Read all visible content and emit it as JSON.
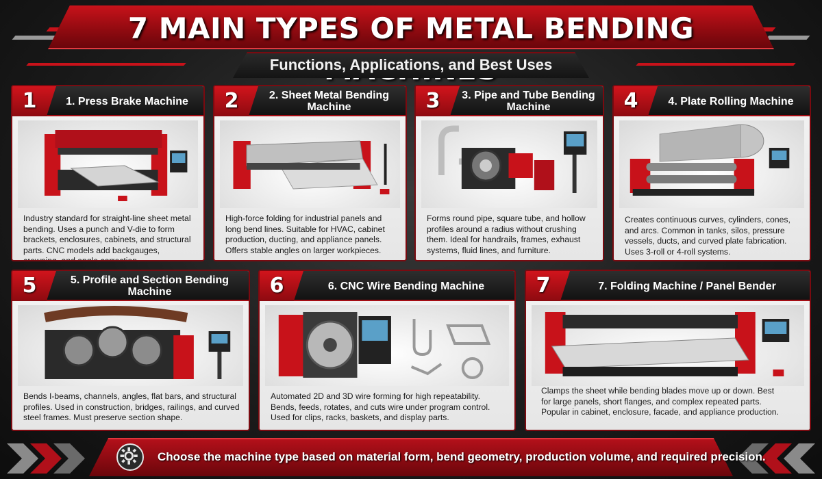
{
  "header": {
    "title": "7 MAIN TYPES OF METAL BENDING MACHINES",
    "subtitle": "Functions, Applications, and Best Uses"
  },
  "cards": [
    {
      "number": "1",
      "title": "1. Press Brake Machine",
      "icon": "press-brake-machine",
      "description": "Industry standard for straight-line sheet metal bending. Uses a punch and V-die to form brackets, enclosures, cabinets, and structural parts. CNC models add backgauges, crowning, and angle correction."
    },
    {
      "number": "2",
      "title": "2. Sheet Metal Bending Machine",
      "icon": "sheet-metal-bending-machine",
      "description": "High-force folding for industrial panels and long bend lines. Suitable for HVAC, cabinet production, ducting, and appliance panels. Offers stable angles on larger workpieces."
    },
    {
      "number": "3",
      "title": "3. Pipe and Tube Bending Machine",
      "icon": "pipe-tube-bending-machine",
      "description": "Forms round pipe, square tube, and hollow profiles around a radius without crushing them. Ideal for handrails, frames, exhaust systems, fluid lines, and furniture."
    },
    {
      "number": "4",
      "title": "4. Plate Rolling Machine",
      "icon": "plate-rolling-machine",
      "description": "Creates continuous curves, cylinders, cones, and arcs. Common in tanks, silos, pressure vessels, ducts, and curved plate fabrication. Uses 3-roll or 4-roll systems."
    },
    {
      "number": "5",
      "title": "5. Profile and Section Bending Machine",
      "icon": "profile-section-bending-machine",
      "description": "Bends I-beams, channels, angles, flat bars, and structural profiles. Used in construction, bridges, railings, and curved steel frames. Must preserve section shape."
    },
    {
      "number": "6",
      "title": "6. CNC Wire Bending Machine",
      "icon": "cnc-wire-bending-machine",
      "description": "Automated 2D and 3D wire forming for high repeatability. Bends, feeds, rotates, and cuts wire under program control. Used for clips, racks, baskets, and display parts."
    },
    {
      "number": "7",
      "title": "7. Folding Machine / Panel Bender",
      "icon": "folding-machine-panel-bender",
      "description": "Clamps the sheet while bending blades move up or down. Best for large panels, short flanges, and complex repeated parts. Popular in cabinet, enclosure, facade, and appliance production."
    }
  ],
  "footer": {
    "text": "Choose the machine type based on material form, bend geometry, production volume, and required precision.",
    "icon": "gear-icon"
  },
  "colors": {
    "accent_red": "#c8121a",
    "dark_red": "#7a0a10",
    "header_dark": "#141414",
    "card_bg": "#efefef"
  }
}
